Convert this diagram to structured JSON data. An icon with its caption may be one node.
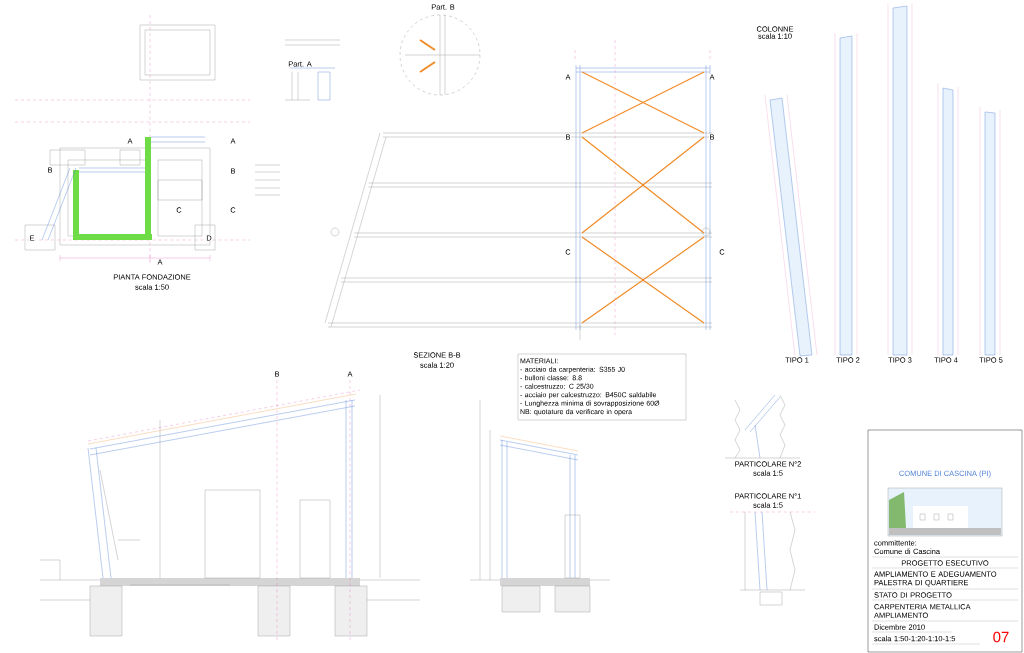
{
  "diagram": {
    "nodes": [
      {
        "text": [
          "MATERIALI:",
          "- acciaio da carpenteria: S355 J0",
          "- bulloni classe: 8.8",
          "- calcestruzzo: C 25/30",
          "- acciaio per calcestruzzo: B450C saldabile",
          "- Lunghezza minima di sovrapposizione 60Ø",
          "NB: quotature da verificare in opera"
        ]
      },
      {
        "text": [],
        "shape": "box"
      },
      {
        "text": [],
        "shape": "picture",
        "in": 1
      },
      {
        "text": [
          "committente:",
          "Comune di Cascina"
        ],
        "in": 1
      },
      {
        "text": [
          "PROGETTO ESECUTIVO"
        ],
        "in": 1
      },
      {
        "text": [
          "AMPLIAMENTO E ADEGUAMENTO PALESTRA DI QUARTIERE"
        ],
        "in": 1
      },
      {
        "text": [
          "STATO DI PROGETTO"
        ],
        "in": 1
      },
      {
        "text": [
          "CARPENTERIA METALLICA AMPLIAMENTO"
        ],
        "in": 1
      },
      {
        "text": [
          "Dicembre 2010"
        ],
        "in": 1
      },
      {
        "text": [
          "scala 1:50-1:20-1:10-1:5"
        ],
        "in": 1
      },
      {
        "text": [
          "07"
        ],
        "in": 1
      }
    ],
    "labels": [
      "Part. B",
      "COLONNE",
      "scala 1:10",
      "Part. A",
      "A",
      "A",
      "A",
      "A",
      "B",
      "B",
      "B",
      "B",
      "C",
      "C",
      "E",
      "D",
      "A",
      "C",
      "C",
      "PIANTA FONDAZIONE",
      "scala 1:50",
      "TIPO 1",
      "TIPO 2",
      "TIPO 3",
      "TIPO 4",
      "TIPO 5",
      "SEZIONE B-B",
      "scala 1:20",
      "B",
      "A",
      "PARTICOLARE N°2",
      "scala 1:5",
      "COMUNE DI CASCINA (PI)",
      "PARTICOLARE N°1",
      "scala 1:5"
    ]
  }
}
